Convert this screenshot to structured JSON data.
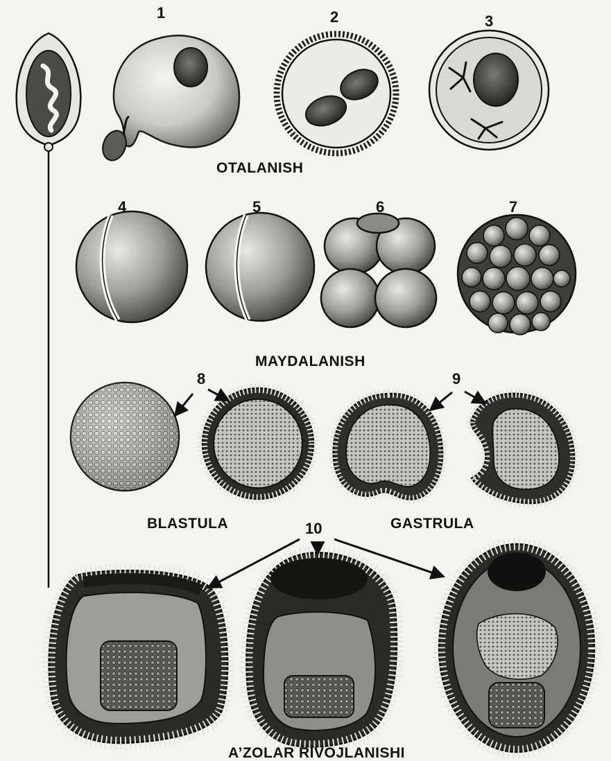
{
  "figure": {
    "numbers": [
      "1",
      "2",
      "3",
      "4",
      "5",
      "6",
      "7",
      "8",
      "9",
      "10"
    ],
    "stages": {
      "fertilization": "OTALANISH",
      "cleavage": "MAYDALANISH",
      "blastula": "BLASTULA",
      "gastrula": "GASTRULA",
      "organogenesis": "A’ZOLAR RIVOJLANISHI"
    }
  },
  "palette": {
    "background": "#f3f3f1",
    "ink": "#111111",
    "cell_fill": "#cfcfcb",
    "dark_fill": "#3a3a38"
  }
}
